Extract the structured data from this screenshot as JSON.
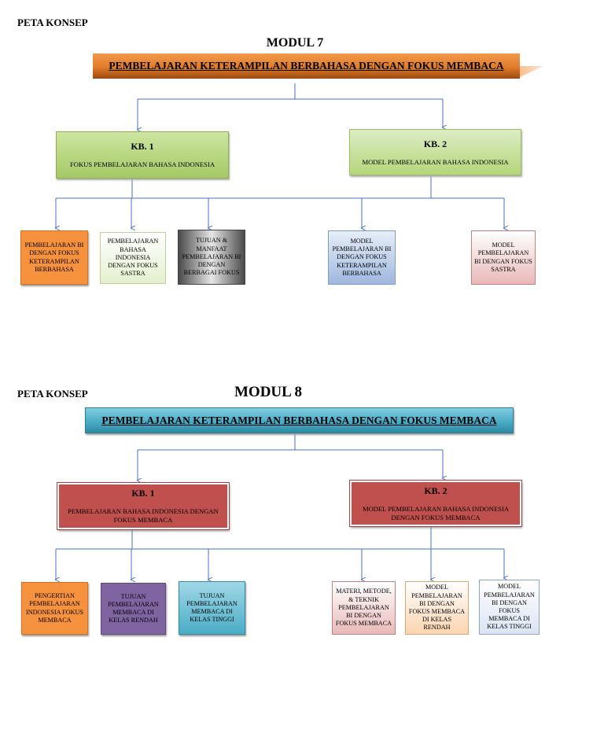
{
  "modul7": {
    "peta_konsep": "PETA KONSEP",
    "title": "MODUL 7",
    "banner": "PEMBELAJARAN KETERAMPILAN BERBAHASA DENGAN FOKUS MEMBACA",
    "kb1": {
      "label": "KB. 1",
      "desc": "FOKUS PEMBELAJARAN BAHASA INDONESIA"
    },
    "kb2": {
      "label": "KB. 2",
      "desc": "MODEL PEMBELAJARAN BAHASA INDONESIA"
    },
    "kb1_items": [
      "PEMBELAJARAN BI DENGAN FOKUS KETERAMPILAN BERBAHASA",
      "PEMBELAJARAN BAHASA INDONESIA DENGAN FOKUS SASTRA",
      "TUJUAN & MANFAAT PEMBELAJARAN BI DENGAN BERBAGAI FOKUS"
    ],
    "kb2_items": [
      "MODEL PEMBELAJARAN BI DENGAN FOKUS KETERAMPILAN BERBAHASA",
      "MODEL PEMBELAJARAN BI DENGAN FOKUS SASTRA"
    ],
    "colors": {
      "banner": "#e07b2a",
      "kb": "#b5d67a"
    }
  },
  "modul8": {
    "peta_konsep": "PETA KONSEP",
    "title": "MODUL 8",
    "banner": "PEMBELAJARAN KETERAMPILAN BERBAHASA DENGAN FOKUS MEMBACA",
    "kb1": {
      "label": "KB. 1",
      "desc": "PEMBELAJARAN BAHASA INDONESIA DENGAN FOKUS MEMBACA"
    },
    "kb2": {
      "label": "KB. 2",
      "desc": "MODEL PEMBELAJARAN BAHASA INDONESIA DENGAN FOKUS MEMBACA"
    },
    "kb1_items": [
      "PENGERTIAN PEMBELAJARAN INDONESIA FOKUS MEMBACA",
      "TUJUAN PEMBELAJARAN MEMBACA DI KELAS RENDAH",
      "TUJUAN PEMBELAJARAN MEMBACA DI KELAS TINGGI"
    ],
    "kb2_items": [
      "MATERI, METODE, & TEKNIK PEMBELAJARAN BI DENGAN FOKUS MEMBACA",
      "MODEL PEMBELAJARAN BI DENGAN FOKUS MEMBACA DI KELAS RENDAH",
      "MODEL PEMBELAJARAN BI DENGAN FOKUS MEMBACA DI KELAS TINGGI"
    ],
    "colors": {
      "banner": "#4bacc6",
      "kb": "#c0504d"
    }
  }
}
